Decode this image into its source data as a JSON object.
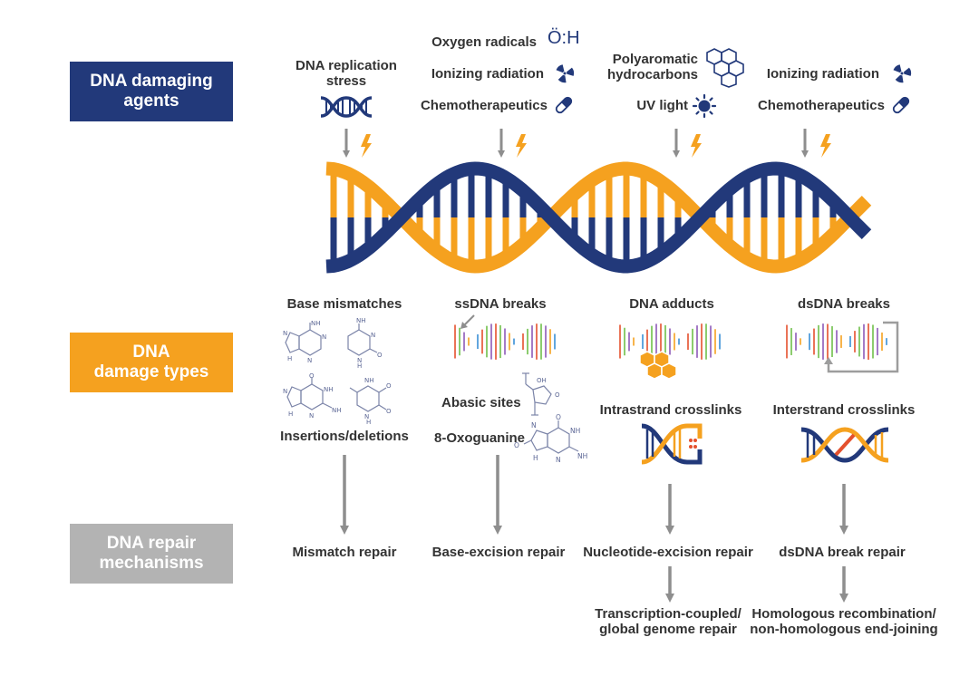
{
  "colors": {
    "navy": "#22397a",
    "orange": "#f5a11f",
    "gray": "#9d9d9d",
    "bolt": "#f5a11f"
  },
  "rows": [
    {
      "line1": "DNA damaging",
      "line2": "agents"
    },
    {
      "line1": "DNA",
      "line2": "damage types"
    },
    {
      "line1": "DNA repair",
      "line2": "mechanisms"
    }
  ],
  "agents": {
    "col1": {
      "line1": "DNA replication",
      "line2": "stress"
    },
    "col2": [
      "Oxygen radicals",
      "Ionizing radiation",
      "Chemotherapeutics"
    ],
    "col2_icon_text": "Ö:H",
    "col3": {
      "line1": "Polyaromatic",
      "line2": "hydrocarbons",
      "uv": "UV light"
    },
    "col4": [
      "Ionizing radiation",
      "Chemotherapeutics"
    ]
  },
  "damage": {
    "col1": {
      "title": "Base mismatches",
      "sub": "Insertions/deletions"
    },
    "col2": {
      "title": "ssDNA breaks",
      "sub1": "Abasic sites",
      "sub2": "8-Oxoguanine"
    },
    "col3": {
      "title": "DNA adducts",
      "sub": "Intrastrand crosslinks"
    },
    "col4": {
      "title": "dsDNA breaks",
      "sub": "Interstrand crosslinks"
    }
  },
  "repair": {
    "col1": "Mismatch repair",
    "col2": "Base-excision repair",
    "col3": {
      "main": "Nucleotide-excision repair",
      "sub1": "Transcription-coupled/",
      "sub2": "global genome repair"
    },
    "col4": {
      "main": "dsDNA break repair",
      "sub1": "Homologous recombination/",
      "sub2": "non-homologous end-joining"
    }
  },
  "chem_labels": {
    "adenine": [
      "NH",
      "N",
      "N",
      "N",
      "H"
    ],
    "cytosine": [
      "NH",
      "N",
      "N",
      "H",
      "O"
    ],
    "guanine": [
      "O",
      "N",
      "NH",
      "NH",
      "N",
      "H"
    ],
    "thymine": [
      "O",
      "NH",
      "N",
      "H",
      "O"
    ],
    "oxoguanine": [
      "O",
      "O",
      "N",
      "NH",
      "NH",
      "N",
      "H"
    ],
    "abasic": [
      "OH",
      "O"
    ]
  }
}
